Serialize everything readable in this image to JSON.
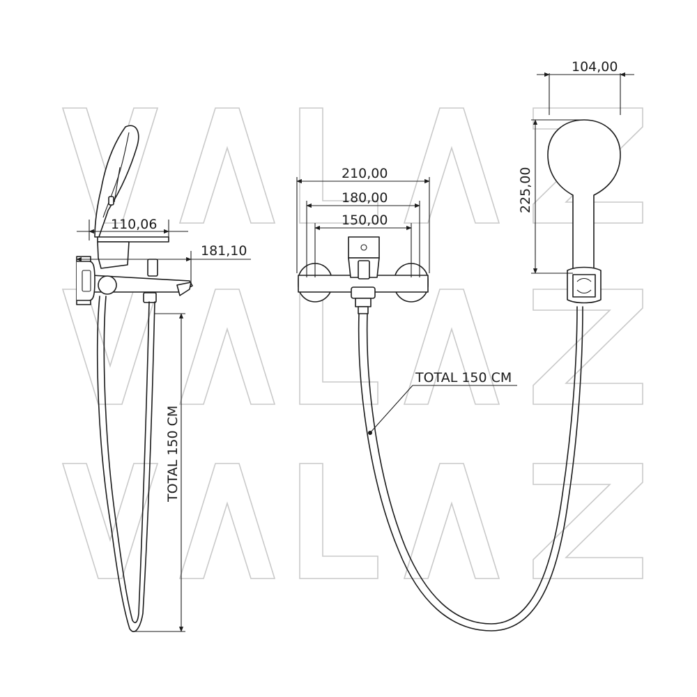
{
  "watermark": {
    "rows": [
      "VALAZ",
      "VALAZ",
      "VALAZ"
    ]
  },
  "side_view": {
    "dimensions": {
      "spout_top": "110,06",
      "depth": "181,10",
      "hose": "TOTAL 150 CM"
    }
  },
  "front_view": {
    "dimensions": {
      "overall": "210,00",
      "middle": "180,00",
      "inner": "150,00",
      "hose": "TOTAL 150 CM"
    }
  },
  "shower_head": {
    "dimensions": {
      "width": "104,00",
      "height": "225,00"
    }
  }
}
